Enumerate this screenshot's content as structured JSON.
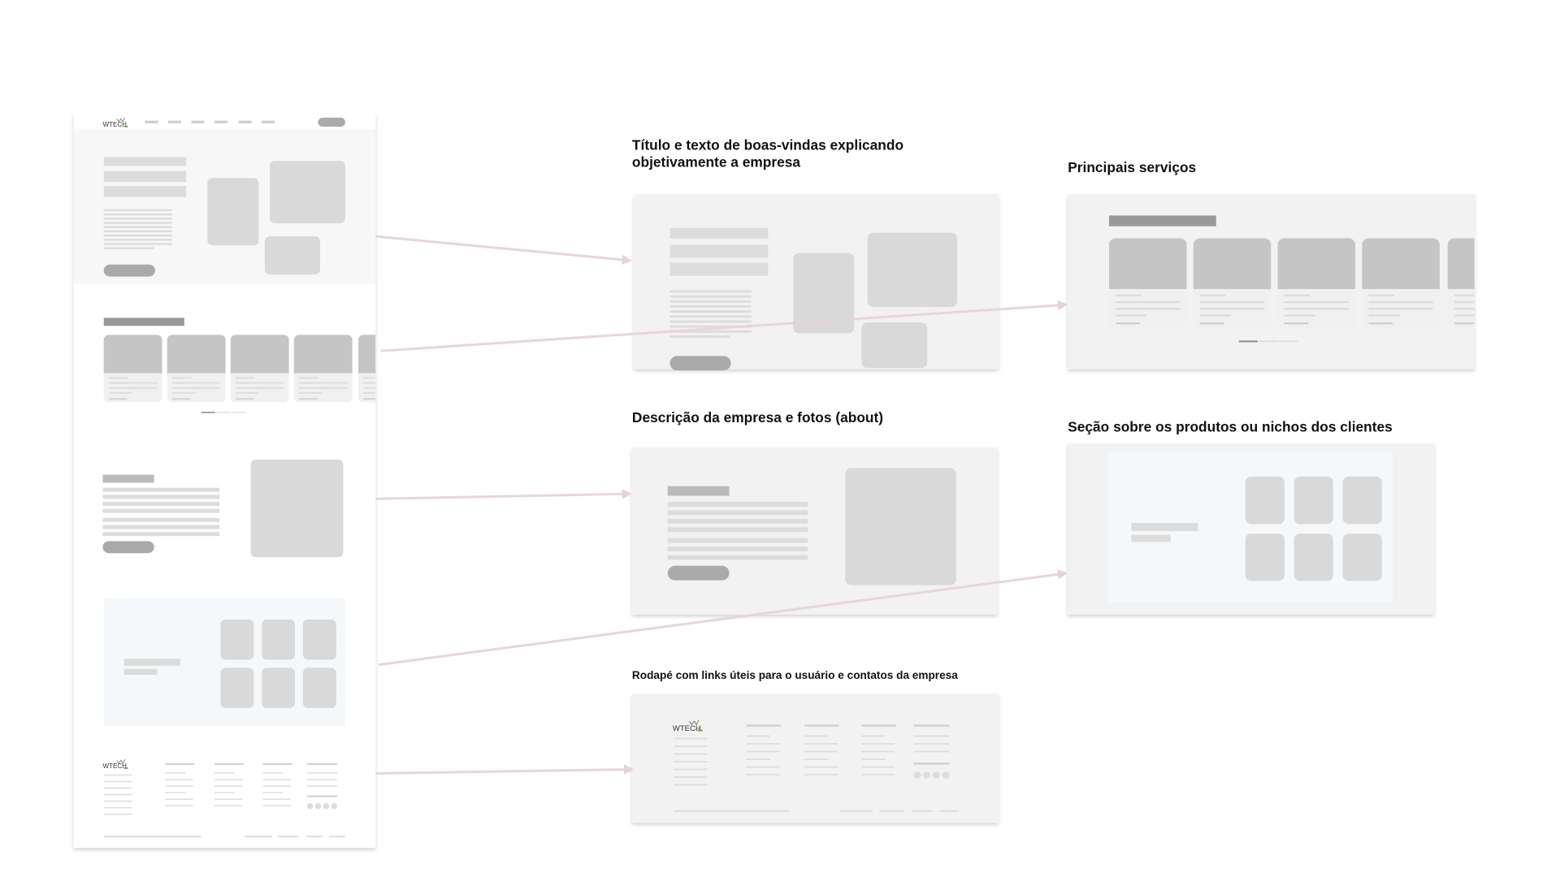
{
  "captions": {
    "hero": [
      "Título e texto de boas-vindas explicando",
      "objetivamente a empresa"
    ],
    "services": "Principais serviços",
    "about": "Descrição da empresa e fotos (about)",
    "products": "Seção sobre os produtos ou nichos dos clientes",
    "footer": "Rodapé com links úteis para o usuário e contatos da empresa"
  },
  "logo": "WTECH",
  "colors": {
    "arrow": "#e6d3d6",
    "placeholder": "#d9d9d9",
    "panel": "#f2f2f2"
  }
}
